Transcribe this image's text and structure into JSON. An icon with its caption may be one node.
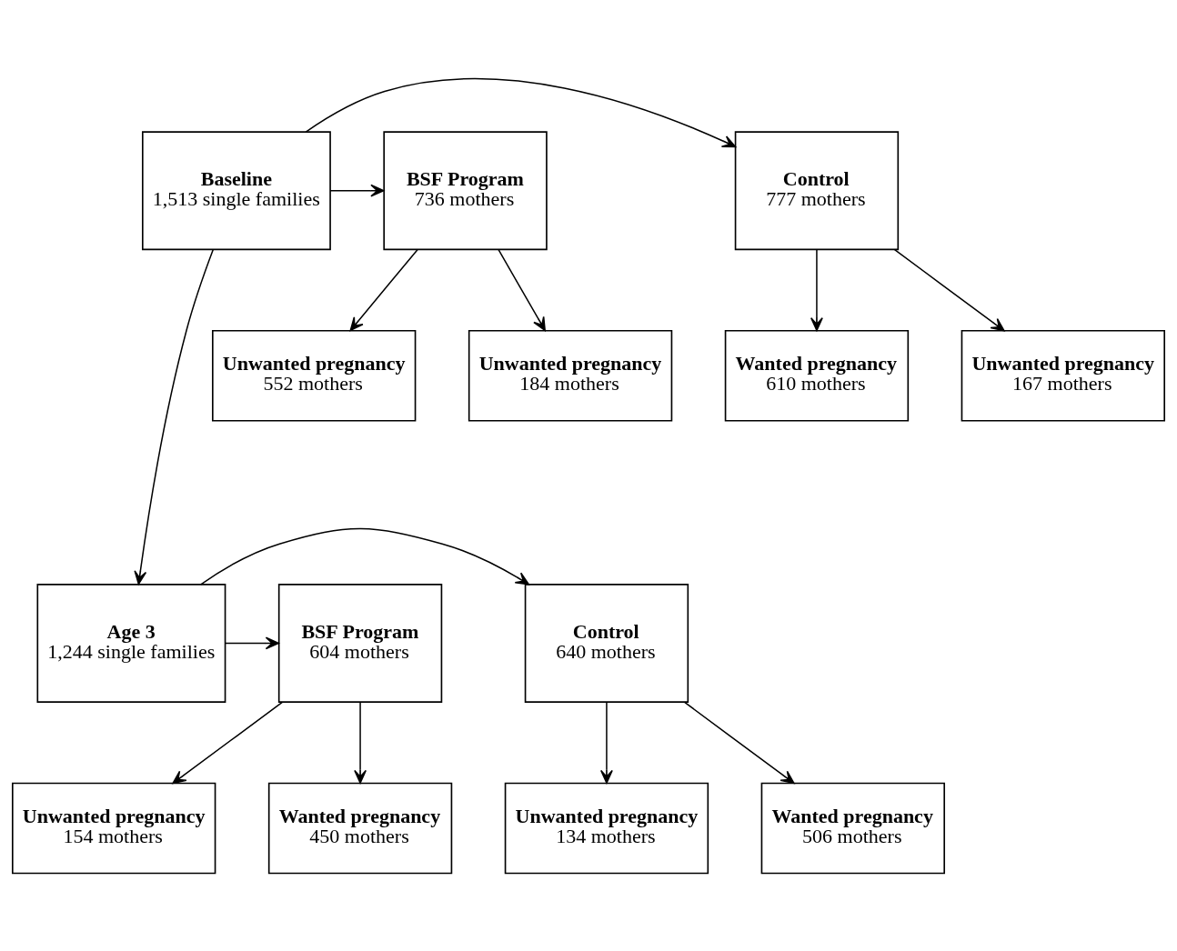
{
  "diagram": {
    "nodes": [
      {
        "text": [
          "Control",
          "777 mothers"
        ]
      },
      {
        "text": [
          "Baseline",
          "1,513 single families"
        ]
      },
      {
        "text": [
          "BSF Program",
          "736 mothers"
        ]
      },
      {
        "text": [
          "Unwanted pregnancy",
          "167 mothers"
        ]
      },
      {
        "text": [
          "Wanted pregnancy",
          "610 mothers"
        ]
      },
      {
        "text": [
          "Unwanted pregnancy",
          "184 mothers"
        ]
      },
      {
        "text": [
          "Unwanted pregnancy",
          "552 mothers"
        ]
      },
      {
        "text": [
          "Control",
          "640 mothers"
        ]
      },
      {
        "text": [
          "Age 3",
          "1,244 single families"
        ]
      },
      {
        "text": [
          "BSF Program",
          "604 mothers"
        ]
      },
      {
        "text": [
          "Unwanted pregnancy",
          "134 mothers"
        ]
      },
      {
        "text": [
          "Wanted pregnancy",
          "506 mothers"
        ]
      },
      {
        "text": [
          "Unwanted pregnancy",
          "154 mothers"
        ]
      },
      {
        "text": [
          "Wanted pregnancy",
          "450 mothers"
        ]
      }
    ],
    "edges": [
      {
        "from": 1,
        "to": 0,
        "arrow": "to"
      },
      {
        "from": 1,
        "to": 2,
        "arrow": "to"
      },
      {
        "from": 0,
        "to": 3,
        "arrow": "to"
      },
      {
        "from": 0,
        "to": 4,
        "arrow": "to"
      },
      {
        "from": 2,
        "to": 5,
        "arrow": "to"
      },
      {
        "from": 2,
        "to": 6,
        "arrow": "to"
      },
      {
        "from": 1,
        "to": 8,
        "arrow": "to"
      },
      {
        "from": 8,
        "to": 7,
        "arrow": "to"
      },
      {
        "from": 8,
        "to": 9,
        "arrow": "to"
      },
      {
        "from": 7,
        "to": 10,
        "arrow": "to"
      },
      {
        "from": 7,
        "to": 11,
        "arrow": "to"
      },
      {
        "from": 9,
        "to": 12,
        "arrow": "to"
      },
      {
        "from": 9,
        "to": 13,
        "arrow": "to"
      }
    ]
  }
}
